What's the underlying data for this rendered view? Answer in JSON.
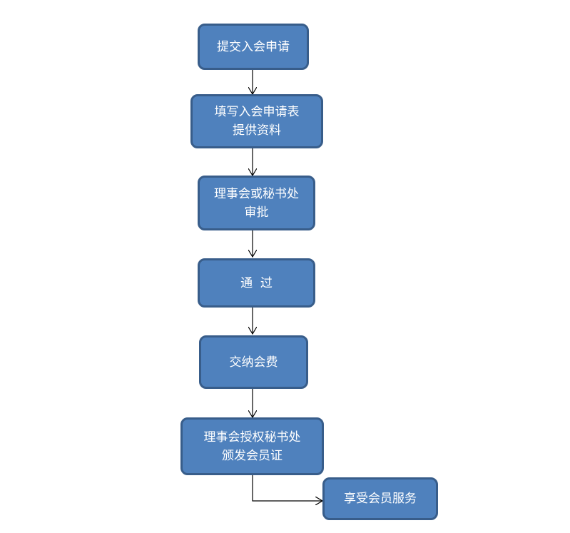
{
  "flowchart": {
    "colors": {
      "fill": "#4f81bd",
      "border": "#385d8a",
      "text": "#ffffff",
      "connector": "#000000"
    },
    "nodes": [
      {
        "id": "submit-application",
        "lines": [
          "提交入会申请"
        ]
      },
      {
        "id": "fill-form",
        "lines": [
          "填写入会申请表",
          "提供资料"
        ]
      },
      {
        "id": "board-approval",
        "lines": [
          "理事会或秘书处",
          "审批"
        ]
      },
      {
        "id": "approved",
        "lines": [
          "通  过"
        ]
      },
      {
        "id": "pay-fee",
        "lines": [
          "交纳会费"
        ]
      },
      {
        "id": "issue-certificate",
        "lines": [
          "理事会授权秘书处",
          "颁发会员证"
        ]
      },
      {
        "id": "member-services",
        "lines": [
          "享受会员服务"
        ]
      }
    ]
  }
}
